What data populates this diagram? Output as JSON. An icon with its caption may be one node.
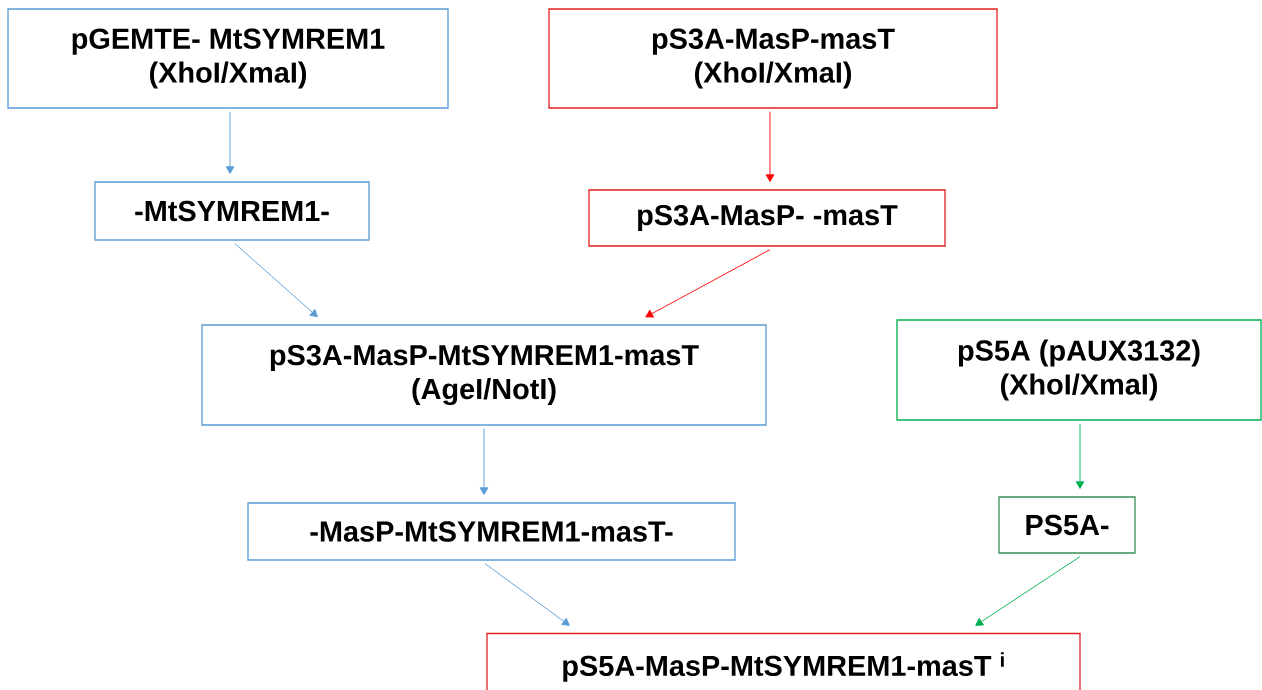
{
  "diagram": {
    "nodes": [
      {
        "text": [
          "pGEMTE- MtSYMREM1",
          "(XhoI/XmaI)"
        ]
      },
      {
        "text": [
          "-MtSYMREM1-"
        ]
      },
      {
        "text": [
          "pS3A-MasP-masT",
          "(XhoI/XmaI)"
        ]
      },
      {
        "text": [
          "pS3A-MasP- -masT"
        ]
      },
      {
        "text": [
          "pS3A-MasP-MtSYMREM1-masT",
          "(AgeI/NotI)"
        ]
      },
      {
        "text": [
          "pS5A (pAUX3132)",
          "(XhoI/XmaI)"
        ]
      },
      {
        "text": [
          "-MasP-MtSYMREM1-masT-"
        ]
      },
      {
        "text": [
          "PS5A-"
        ]
      },
      {
        "text": [
          "pS5A-MasP-MtSYMREM1-masT $^{i}$"
        ]
      }
    ],
    "edges": [
      {
        "from": 0,
        "to": 1,
        "arrow": "to"
      },
      {
        "from": 2,
        "to": 3,
        "arrow": "to",
        "color": "#ff0000"
      },
      {
        "from": 1,
        "to": 4,
        "arrow": "to"
      },
      {
        "from": 3,
        "to": 4,
        "arrow": "to",
        "color": "#ff0000"
      },
      {
        "from": 5,
        "to": 7,
        "arrow": "to",
        "color": "#00b050"
      },
      {
        "from": 4,
        "to": 6,
        "arrow": "to"
      },
      {
        "from": 6,
        "to": 8,
        "arrow": "to"
      },
      {
        "from": 7,
        "to": 8,
        "arrow": "to",
        "color": "#00b050"
      }
    ]
  }
}
